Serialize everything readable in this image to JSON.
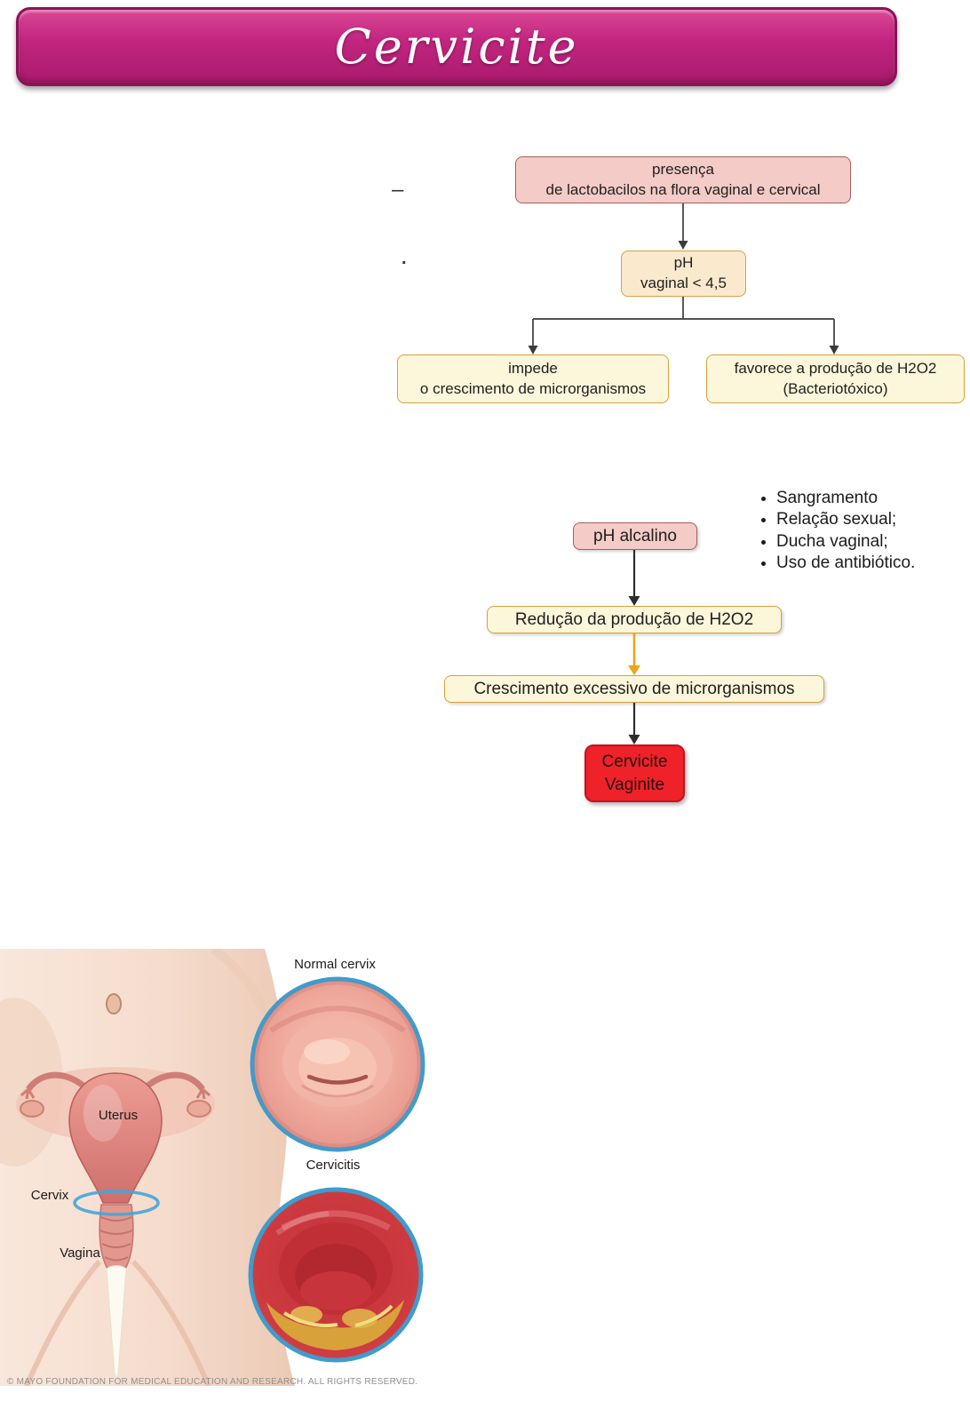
{
  "banner": {
    "title": "Cervicite"
  },
  "fc1": {
    "stray_dash": "–",
    "stray_dot": ".",
    "presenca": "presença\nde lactobacilos na flora vaginal e cervical",
    "ph": "pH\nvaginal < 4,5",
    "impede": "impede\no crescimento de microrganismos",
    "favorece": "favorece a produção de H2O2\n(Bacteriotóxico)"
  },
  "fc2": {
    "causes": [
      "Sangramento",
      "Relação sexual;",
      "Ducha vaginal;",
      "Uso de antibiótico."
    ],
    "ph_alcalino": "pH alcalino",
    "reducao": "Redução da produção de H2O2",
    "crescimento": "Crescimento excessivo de microrganismos",
    "cervicite": "Cervicite\nVaginite"
  },
  "anatomy": {
    "labels": {
      "normal_cervix": "Normal cervix",
      "uterus": "Uterus",
      "cervix": "Cervix",
      "vagina": "Vagina",
      "cervicitis": "Cervicitis"
    },
    "copyright": "© MAYO FOUNDATION FOR MEDICAL EDUCATION AND RESEARCH. ALL RIGHTS RESERVED."
  },
  "colors": {
    "banner_magenta": "#c22580",
    "node_pink_bg": "#f4cbc6",
    "node_pink_border": "#a5605b",
    "node_cream_bg": "#fcf6db",
    "node_peach_bg": "#fbe9ce",
    "node_orange_border": "#d7a13d",
    "node_red_bg": "#ee2228",
    "arrow_dark": "#2d2d2d",
    "arrow_orange": "#e8a61c",
    "inset_ring_blue": "#3f9ccc"
  }
}
